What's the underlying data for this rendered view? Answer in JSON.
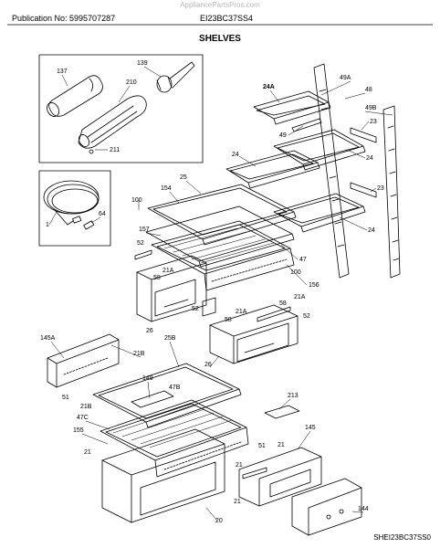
{
  "header": {
    "watermark": "AppliancePartsPros.com",
    "publication": "Publication No: 5995707287",
    "model": "EI23BC37SS4",
    "section_title": "SHELVES"
  },
  "footer": {
    "code": "SHEI23BC37SS0"
  },
  "callouts": {
    "c137": "137",
    "c139": "139",
    "c210": "210",
    "c211": "211",
    "c1": "1",
    "c64": "64",
    "c24A": "24A",
    "c49A": "49A",
    "c48": "48",
    "c49B": "49B",
    "c23a": "23",
    "c49": "49",
    "c24a": "24",
    "c24b": "24",
    "c23b": "23",
    "c24c": "24",
    "c100": "100",
    "c154": "154",
    "c25": "25",
    "c157": "157",
    "c52a": "52",
    "c21Aa": "21A",
    "c58a": "58",
    "c47": "47",
    "c100b": "100",
    "c156": "156",
    "c21Ab": "21A",
    "c58b": "58",
    "c52b": "52",
    "c21Ac": "21A",
    "c58c": "58",
    "c52c": "52",
    "c26a": "26",
    "c26b": "26",
    "c145A": "145A",
    "c21B": "21B",
    "c25B": "25B",
    "c51a": "51",
    "c21Bb": "21B",
    "c149": "149",
    "c47B": "47B",
    "c47C": "47C",
    "c155": "155",
    "c21a": "21",
    "c213": "213",
    "c145": "145",
    "c51b": "51",
    "c21b": "21",
    "c21c": "21",
    "c20": "20",
    "c21d": "21",
    "c144": "144"
  }
}
